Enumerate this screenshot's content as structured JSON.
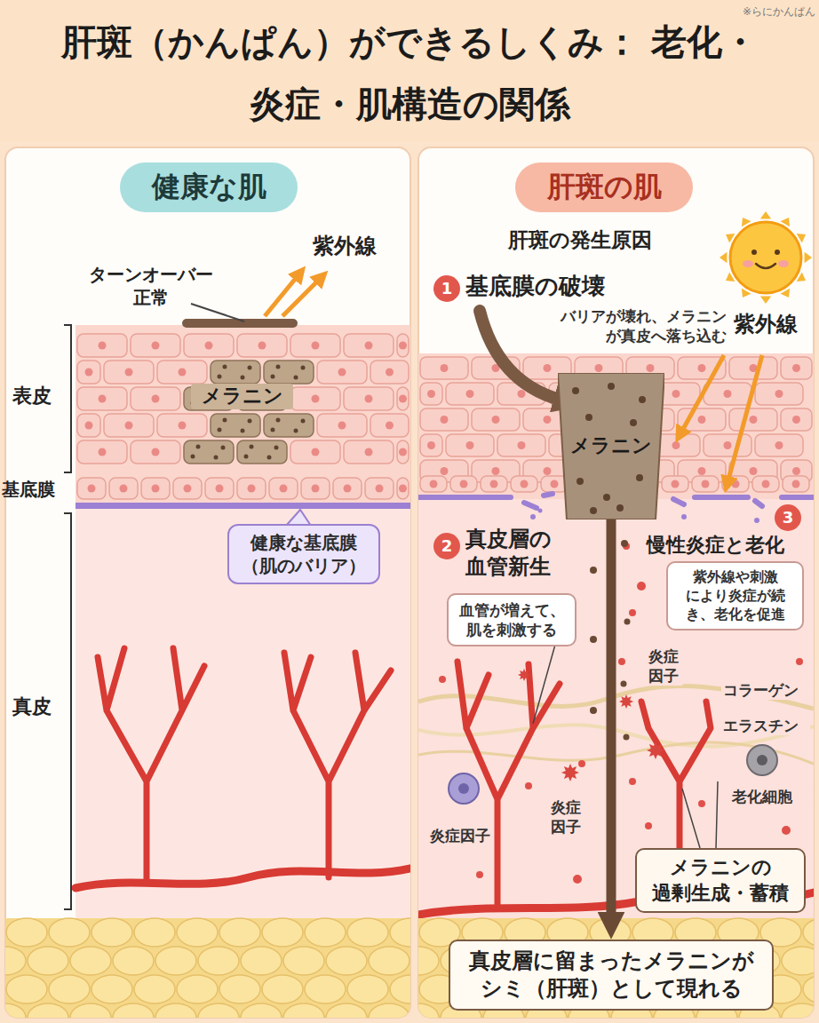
{
  "diagram": {
    "title": "肝斑（かんぱん）ができるしくみ： 老化・炎症・肌構造の関係",
    "nodes": [
      {
        "text": [
          "健康な肌"
        ]
      },
      {
        "text": [
          "健康な基底膜 （肌のバリア）"
        ]
      },
      {
        "text": [
          "肝斑の肌"
        ]
      },
      {
        "text": [
          "メラニン"
        ]
      },
      {
        "text": [
          "血管が増えて、 肌を刺激する"
        ]
      },
      {
        "text": [
          "紫外線や刺激 により炎症が続 き、老化を促進"
        ]
      },
      {
        "text": [
          "メラニンの 過剰生成・蓄積"
        ]
      },
      {
        "text": [
          "真皮層に留まったメラニンが シミ（肝斑）として現れる"
        ]
      }
    ],
    "edges": [
      {
        "from": 3,
        "to": 7,
        "arrow": "to"
      }
    ],
    "labels": [
      "※らにかんぱん",
      "紫外線",
      "ターンオーバー 正常",
      "表皮",
      "メラニン",
      "基底膜",
      "真皮",
      "肝斑の発生原因",
      "1",
      "基底膜の破壊",
      "バリアが壊れ、メラニン が真皮へ落ち込む",
      "紫外線",
      "2",
      "真皮層の 血管新生",
      "3",
      "慢性炎症と老化",
      "炎症 因子",
      "コラーゲン",
      "エラスチン",
      "老化細胞",
      "炎症因子",
      "炎症 因子"
    ]
  }
}
